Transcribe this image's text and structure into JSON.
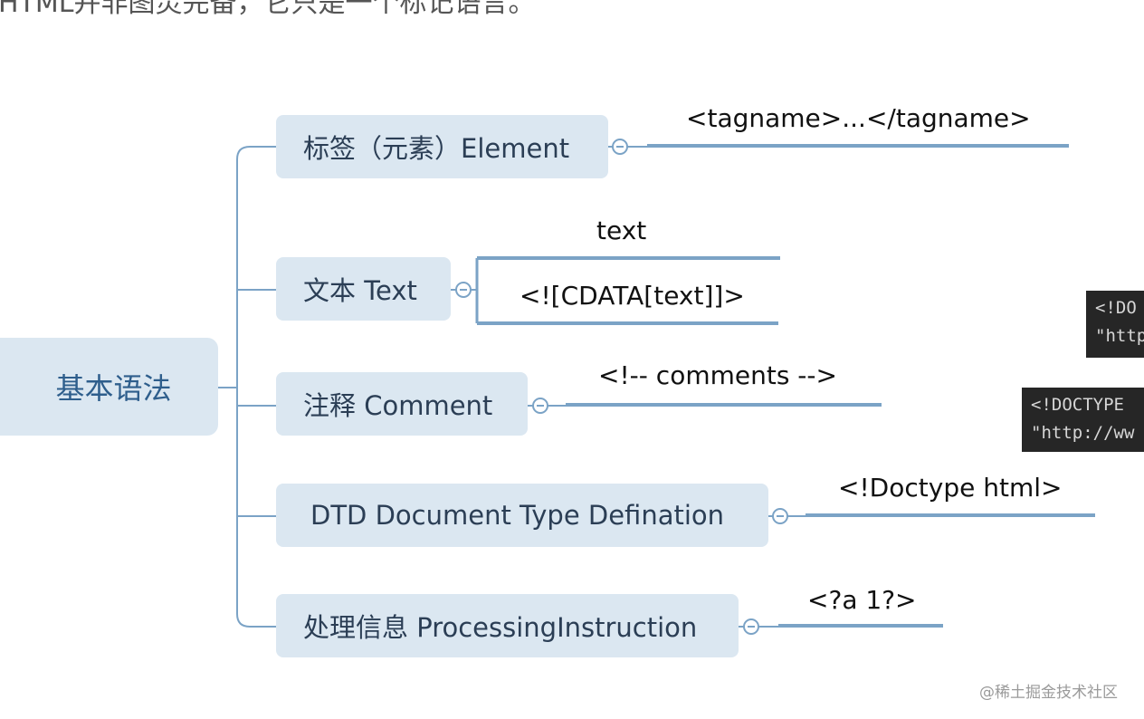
{
  "header_text": "HTML并非图灵完备，它只是一个标记语言。",
  "root": {
    "label": "基本语法"
  },
  "nodes": [
    {
      "label": "标签（元素）Element"
    },
    {
      "label": "文本 Text"
    },
    {
      "label": "注释 Comment"
    },
    {
      "label": "DTD Document Type Defination"
    },
    {
      "label": "处理信息 ProcessingInstruction"
    }
  ],
  "leaves": {
    "element": "<tagname>...</tagname>",
    "text_plain": "text",
    "text_cdata": "<![CDATA[text]]>",
    "comment": "<!-- comments -->",
    "doctype": "<!Doctype html>",
    "pi": "<?a 1?>"
  },
  "code_snippets": [
    {
      "line1": "<!DO",
      "line2": "\"http"
    },
    {
      "line1": "<!DOCTYPE",
      "line2": "\"http://ww"
    }
  ],
  "watermark": "@稀土掘金技术社区",
  "colors": {
    "node_fill": "#dbe7f1",
    "connector": "#7ba3c6",
    "leaf_line": "#7ba3c6",
    "root_text": "#2e5e8c",
    "code_bg": "#262626"
  }
}
